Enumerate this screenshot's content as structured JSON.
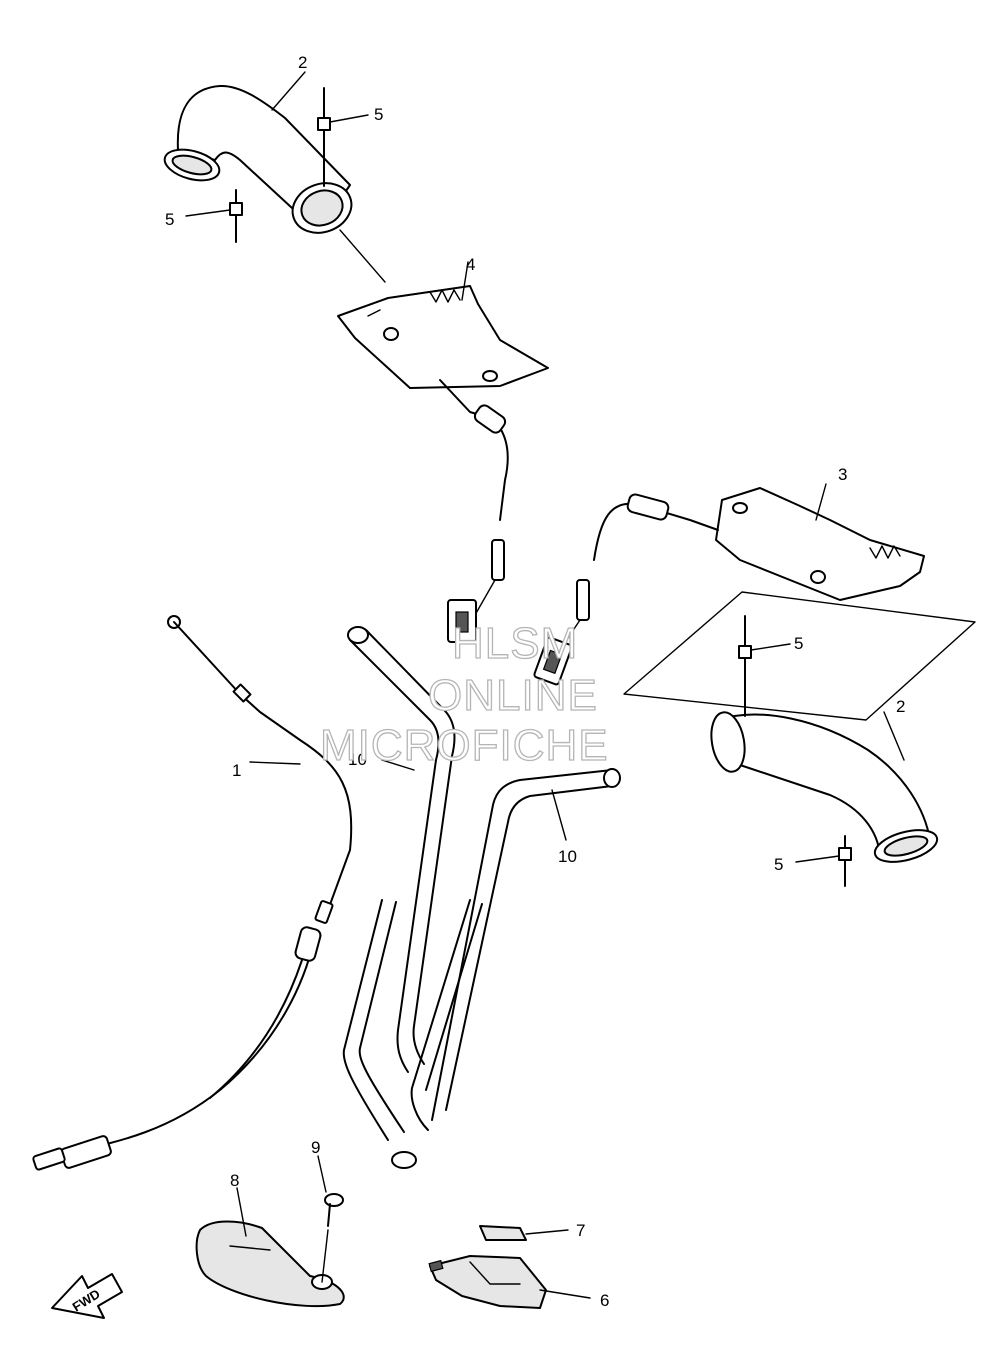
{
  "callouts": {
    "c1": "1",
    "c2a": "2",
    "c2b": "2",
    "c3": "3",
    "c4": "4",
    "c5a": "5",
    "c5b": "5",
    "c5c": "5",
    "c5d": "5",
    "c6": "6",
    "c7": "7",
    "c8": "8",
    "c9": "9",
    "c10a": "10",
    "c10b": "10"
  },
  "watermark": {
    "line1": "HLSM",
    "line2": "ONLINE",
    "line3": "MICROFICHE"
  },
  "direction_badge": {
    "label": "FWD",
    "icon": "forward-arrow-icon"
  }
}
